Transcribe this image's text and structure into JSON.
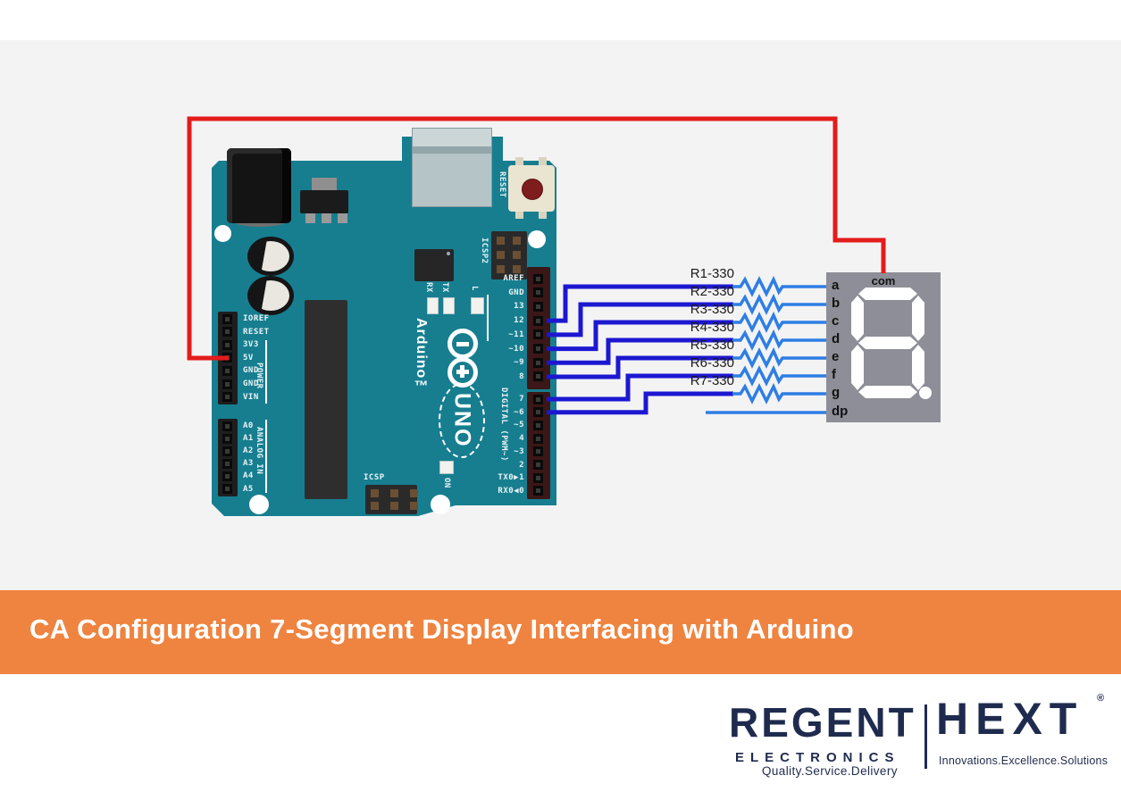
{
  "banner": {
    "title": "CA Configuration 7-Segment Display Interfacing with Arduino",
    "bg_color": "#EE8440"
  },
  "circuit": {
    "resistors": [
      "R1-330",
      "R2-330",
      "R3-330",
      "R4-330",
      "R5-330",
      "R6-330",
      "R7-330"
    ],
    "display": {
      "common_label": "com",
      "pins": [
        "a",
        "b",
        "c",
        "d",
        "e",
        "f",
        "g",
        "dp"
      ],
      "digit_shown": "8",
      "dp_lit": true,
      "body_color": "#8E8E98",
      "segment_color": "#FFFFFF"
    },
    "wire_colors": {
      "power_wire": "#E41B1B",
      "signal_wire": "#1C17D1",
      "resistor_lead": "#2E7EE4"
    }
  },
  "board": {
    "name": "Arduino UNO",
    "body_color": "#177E90",
    "silk": {
      "logo_text": "Arduino™",
      "model": "UNO",
      "icsp2": "ICSP2",
      "icsp": "ICSP",
      "on": "ON",
      "l": "L",
      "tx": "TX",
      "rx": "RX",
      "reset_button": "RESET",
      "digital": "DIGITAL (PWM~)",
      "power": "POWER",
      "analog": "ANALOG IN"
    },
    "pin_groups": {
      "digital_top": [
        "AREF",
        "GND",
        "13",
        "12",
        "~11",
        "~10",
        "~9",
        "8"
      ],
      "digital_bottom": [
        "7",
        "~6",
        "~5",
        "4",
        "~3",
        "2",
        "TX0▶1",
        "RX0◀0"
      ],
      "power": [
        "IOREF",
        "RESET",
        "3V3",
        "5V",
        "GND",
        "GND",
        "VIN"
      ],
      "analog": [
        "A0",
        "A1",
        "A2",
        "A3",
        "A4",
        "A5"
      ]
    }
  },
  "footer": {
    "regent": {
      "name": "REGENT",
      "sub": "ELECTRONICS",
      "tagline": "Quality.Service.Delivery"
    },
    "hext": {
      "name": "HEXT",
      "reg_mark": "®",
      "tagline": "Innovations.Excellence.Solutions"
    },
    "brand_color": "#1F2B4E"
  }
}
